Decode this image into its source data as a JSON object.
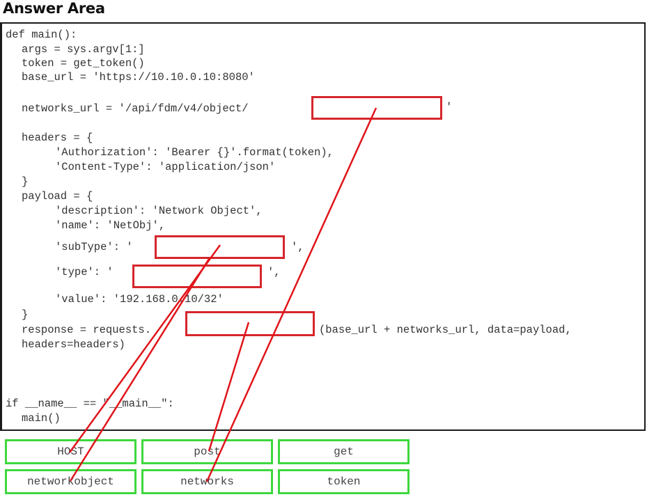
{
  "title": "Answer Area",
  "code": {
    "line_def": "def main():",
    "line_args": "args = sys.argv[1:]",
    "line_token": "token = get_token()",
    "line_base": "base_url = 'https://10.10.0.10:8080'",
    "line_networks_pre": "networks_url = '/api/fdm/v4/object/",
    "line_networks_post": "'",
    "line_headers": "headers = {",
    "line_auth": "'Authorization': 'Bearer {}'.format(token),",
    "line_ctype": "'Content-Type': 'application/json'",
    "line_close1": "}",
    "line_payload": "payload = {",
    "line_desc": "'description': 'Network Object',",
    "line_name": "'name': 'NetObj',",
    "line_subtype_pre": "'subType': '",
    "line_subtype_post": "',",
    "line_type_pre": "'type': '",
    "line_type_post": "',",
    "line_value": "'value': '192.168.0.10/32'",
    "line_close2": "}",
    "line_resp_pre": "response = requests.",
    "line_resp_post": "(base_url + networks_url, data=payload,",
    "line_headers2": "headers=headers)",
    "line_if": "if __name__ == \"__main__\":",
    "line_main": "main()"
  },
  "options": [
    {
      "label": "HOST"
    },
    {
      "label": "post"
    },
    {
      "label": "get"
    },
    {
      "label": "networkobject"
    },
    {
      "label": "networks"
    },
    {
      "label": "token"
    }
  ],
  "colors": {
    "slot_border": "#d6262b",
    "option_border": "#3ed83e",
    "connector": "#e0141a"
  },
  "connections": [
    {
      "slot": "subType",
      "option": "HOST"
    },
    {
      "slot": "type",
      "option": "networkobject"
    },
    {
      "slot": "method",
      "option": "post"
    },
    {
      "slot": "networks_url",
      "option": "networks"
    }
  ]
}
